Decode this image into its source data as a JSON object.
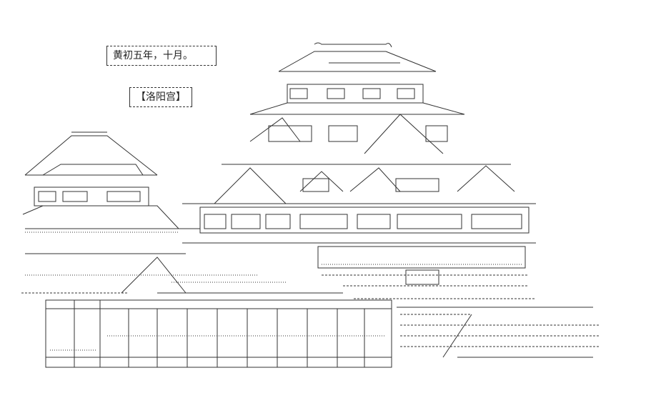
{
  "captions": {
    "date": "黄初五年，十月。",
    "place": "【洛阳宫】"
  },
  "art": {
    "description_icon": "palace-ascii-art"
  }
}
